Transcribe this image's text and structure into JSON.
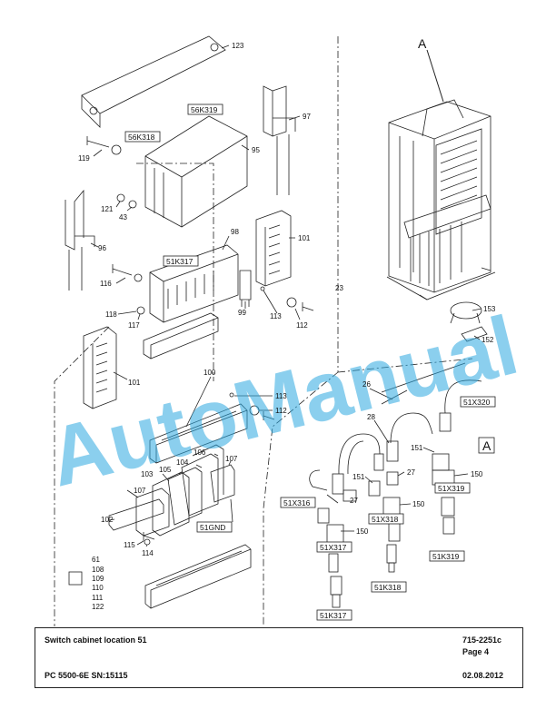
{
  "watermark": "AutoManual",
  "detail_label": "A",
  "detail_ref": "A",
  "box_labels": {
    "56K319": "56K319",
    "56K318": "56K318",
    "51K317": "51K317",
    "51GND": "51GND",
    "51X320": "51X320",
    "51X316": "51X316",
    "51X319": "51X319",
    "51X318": "51X318",
    "51X317": "51X317",
    "51K319": "51K319",
    "51K318": "51K318",
    "51K317b": "51K317"
  },
  "callouts": {
    "c123": "123",
    "c97": "97",
    "c95": "95",
    "c119": "119",
    "c121": "121",
    "c43": "43",
    "c96": "96",
    "c98": "98",
    "c101a": "101",
    "c116": "116",
    "c118": "118",
    "c117": "117",
    "c99": "99",
    "c113a": "113",
    "c112a": "112",
    "c23": "23",
    "c153": "153",
    "c152": "152",
    "c101b": "101",
    "c100": "100",
    "c113b": "113",
    "c112b": "112",
    "c26": "26",
    "c28": "28",
    "c151a": "151",
    "c151b": "151",
    "c27a": "27",
    "c27b": "27",
    "c150a": "150",
    "c150b": "150",
    "c150c": "150",
    "c103": "103",
    "c105": "105",
    "c104": "104",
    "c106": "106",
    "c107a": "107",
    "c107b": "107",
    "c102": "102",
    "c115": "115",
    "c114": "114",
    "c61": "61",
    "c108": "108",
    "c109": "109",
    "c110": "110",
    "c111": "111",
    "c122": "122"
  },
  "title_block": {
    "title": "Switch cabinet location 51",
    "doc_number": "715-2251c",
    "page": "Page 4",
    "model": "PC 5500-6E SN:15115",
    "date": "02.08.2012"
  }
}
